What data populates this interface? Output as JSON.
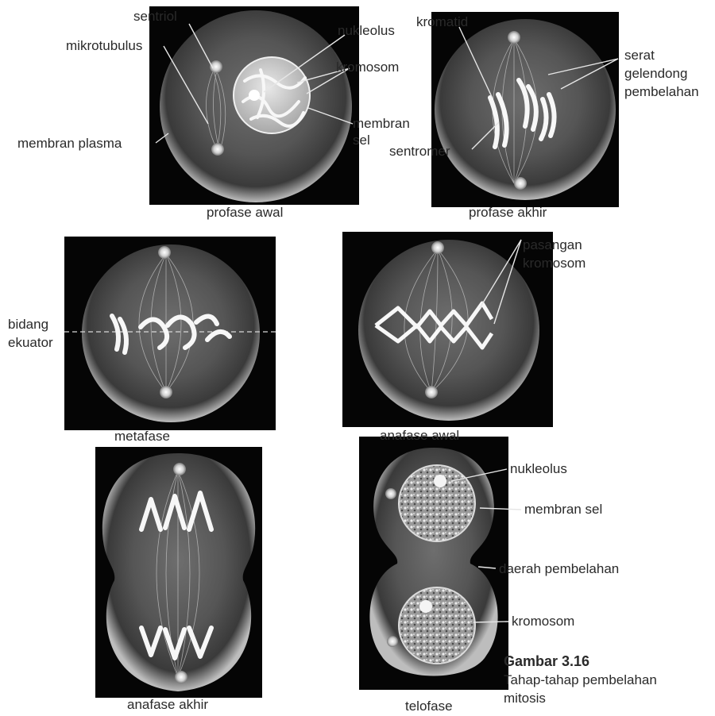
{
  "panels": {
    "profase_awal": {
      "caption": "profase awal",
      "labels": {
        "sentriol": "sentriol",
        "mikrotubulus": "mikrotubulus",
        "nukleolus": "nukleolus",
        "kromosom": "kromosom",
        "membran_sel_1": "membran",
        "membran_sel_2": "sel",
        "membran_plasma": "membran plasma"
      }
    },
    "profase_akhir": {
      "caption": "profase akhir",
      "labels": {
        "kromatid": "kromatid",
        "serat_1": "serat",
        "serat_2": "gelendong",
        "serat_3": "pembelahan",
        "sentromer": "sentromer"
      }
    },
    "metafase": {
      "caption": "metafase",
      "labels": {
        "bidang_1": "bidang",
        "bidang_2": "ekuator"
      }
    },
    "anafase_awal": {
      "caption": "anafase awal",
      "labels": {
        "pasangan_1": "pasangan",
        "pasangan_2": "kromosom"
      }
    },
    "anafase_akhir": {
      "caption": "anafase akhir"
    },
    "telofase": {
      "caption": "telofase",
      "labels": {
        "nukleolus": "nukleolus",
        "membran_sel": "membran sel",
        "daerah": "daerah pembelahan",
        "kromosom": "kromosom"
      }
    }
  },
  "figure": {
    "number": "Gambar 3.16",
    "title_line1": "Tahap-tahap pembelahan",
    "title_line2": "mitosis"
  }
}
